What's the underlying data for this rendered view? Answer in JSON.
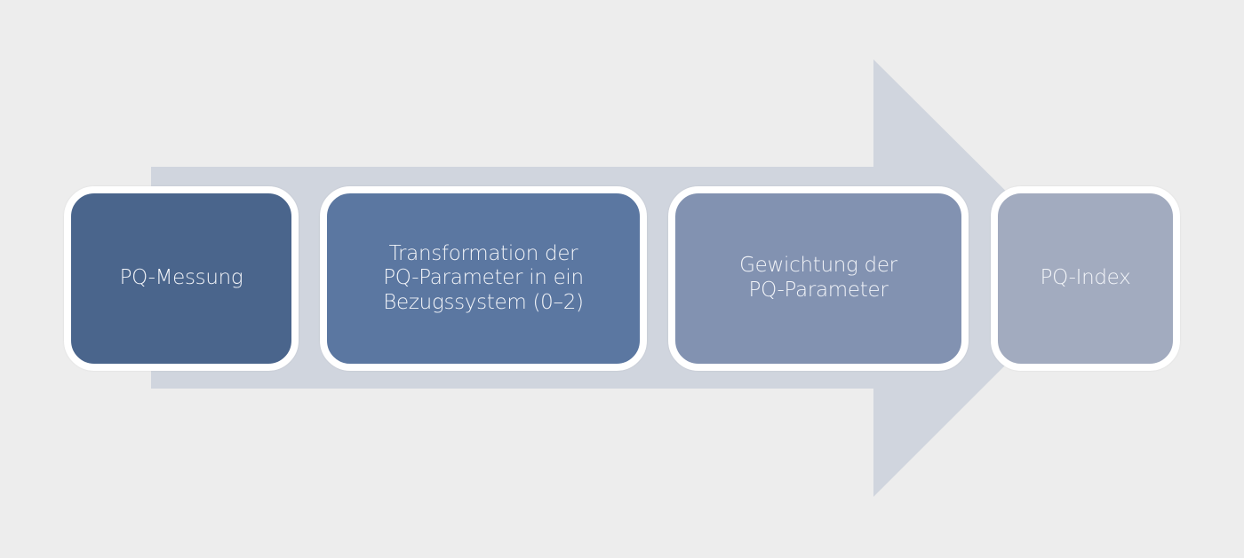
{
  "diagram": {
    "type": "process-flow-arrow",
    "background_color": "#ededed",
    "arrow_color": "#d0d5de",
    "steps": [
      {
        "label": "PQ-Messung",
        "color": "#4a658c"
      },
      {
        "label": "Transformation der\nPQ-Parameter in ein\nBezugssystem (0–2)",
        "color": "#5b77a1"
      },
      {
        "label": "Gewichtung der\nPQ-Parameter",
        "color": "#8292b1"
      },
      {
        "label": "PQ-Index",
        "color": "#a2abbf"
      }
    ]
  }
}
